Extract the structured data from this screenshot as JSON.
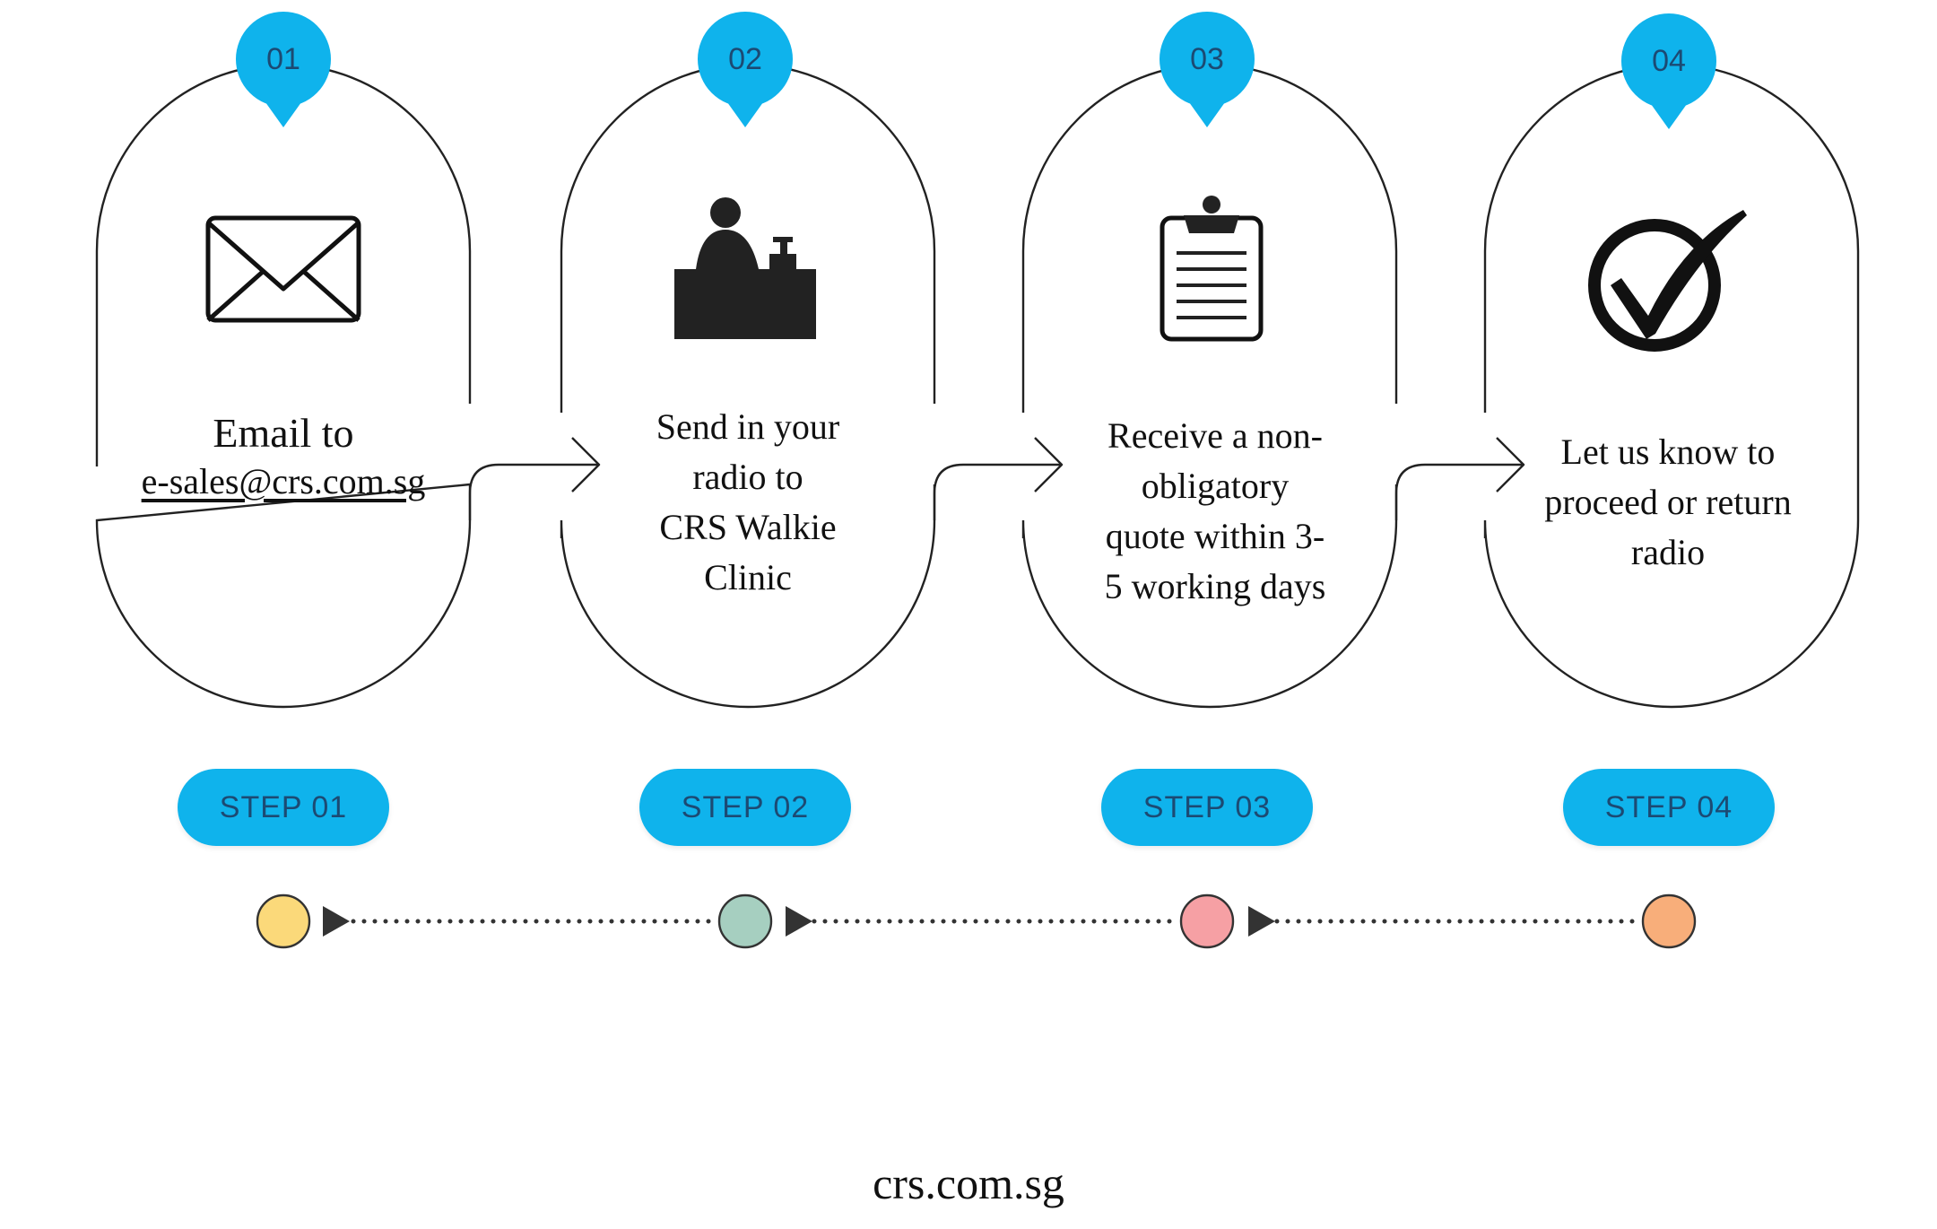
{
  "steps": [
    {
      "badge": "01",
      "pill": "STEP 01",
      "title": "Email to",
      "link": "e-sales@crs.com.sg",
      "text": "",
      "icon": "envelope-icon",
      "dot_color": "#fbd97a"
    },
    {
      "badge": "02",
      "pill": "STEP 02",
      "title": "",
      "link": "",
      "text": "Send in your\nradio to\nCRS Walkie\nClinic",
      "icon": "reception-desk-icon",
      "dot_color": "#a6cfc0"
    },
    {
      "badge": "03",
      "pill": "STEP 03",
      "title": "",
      "link": "",
      "text": "Receive a non-\nobligatory\nquote within 3-\n5 working days",
      "icon": "clipboard-icon",
      "dot_color": "#f6a0a4"
    },
    {
      "badge": "04",
      "pill": "STEP 04",
      "title": "",
      "link": "",
      "text": "Let us know to\nproceed or return\nradio",
      "icon": "check-circle-icon",
      "dot_color": "#f8ae7a"
    }
  ],
  "footer": "crs.com.sg",
  "colors": {
    "accent": "#0fb3ec",
    "label_text": "#1c4a73",
    "line": "#222222"
  }
}
